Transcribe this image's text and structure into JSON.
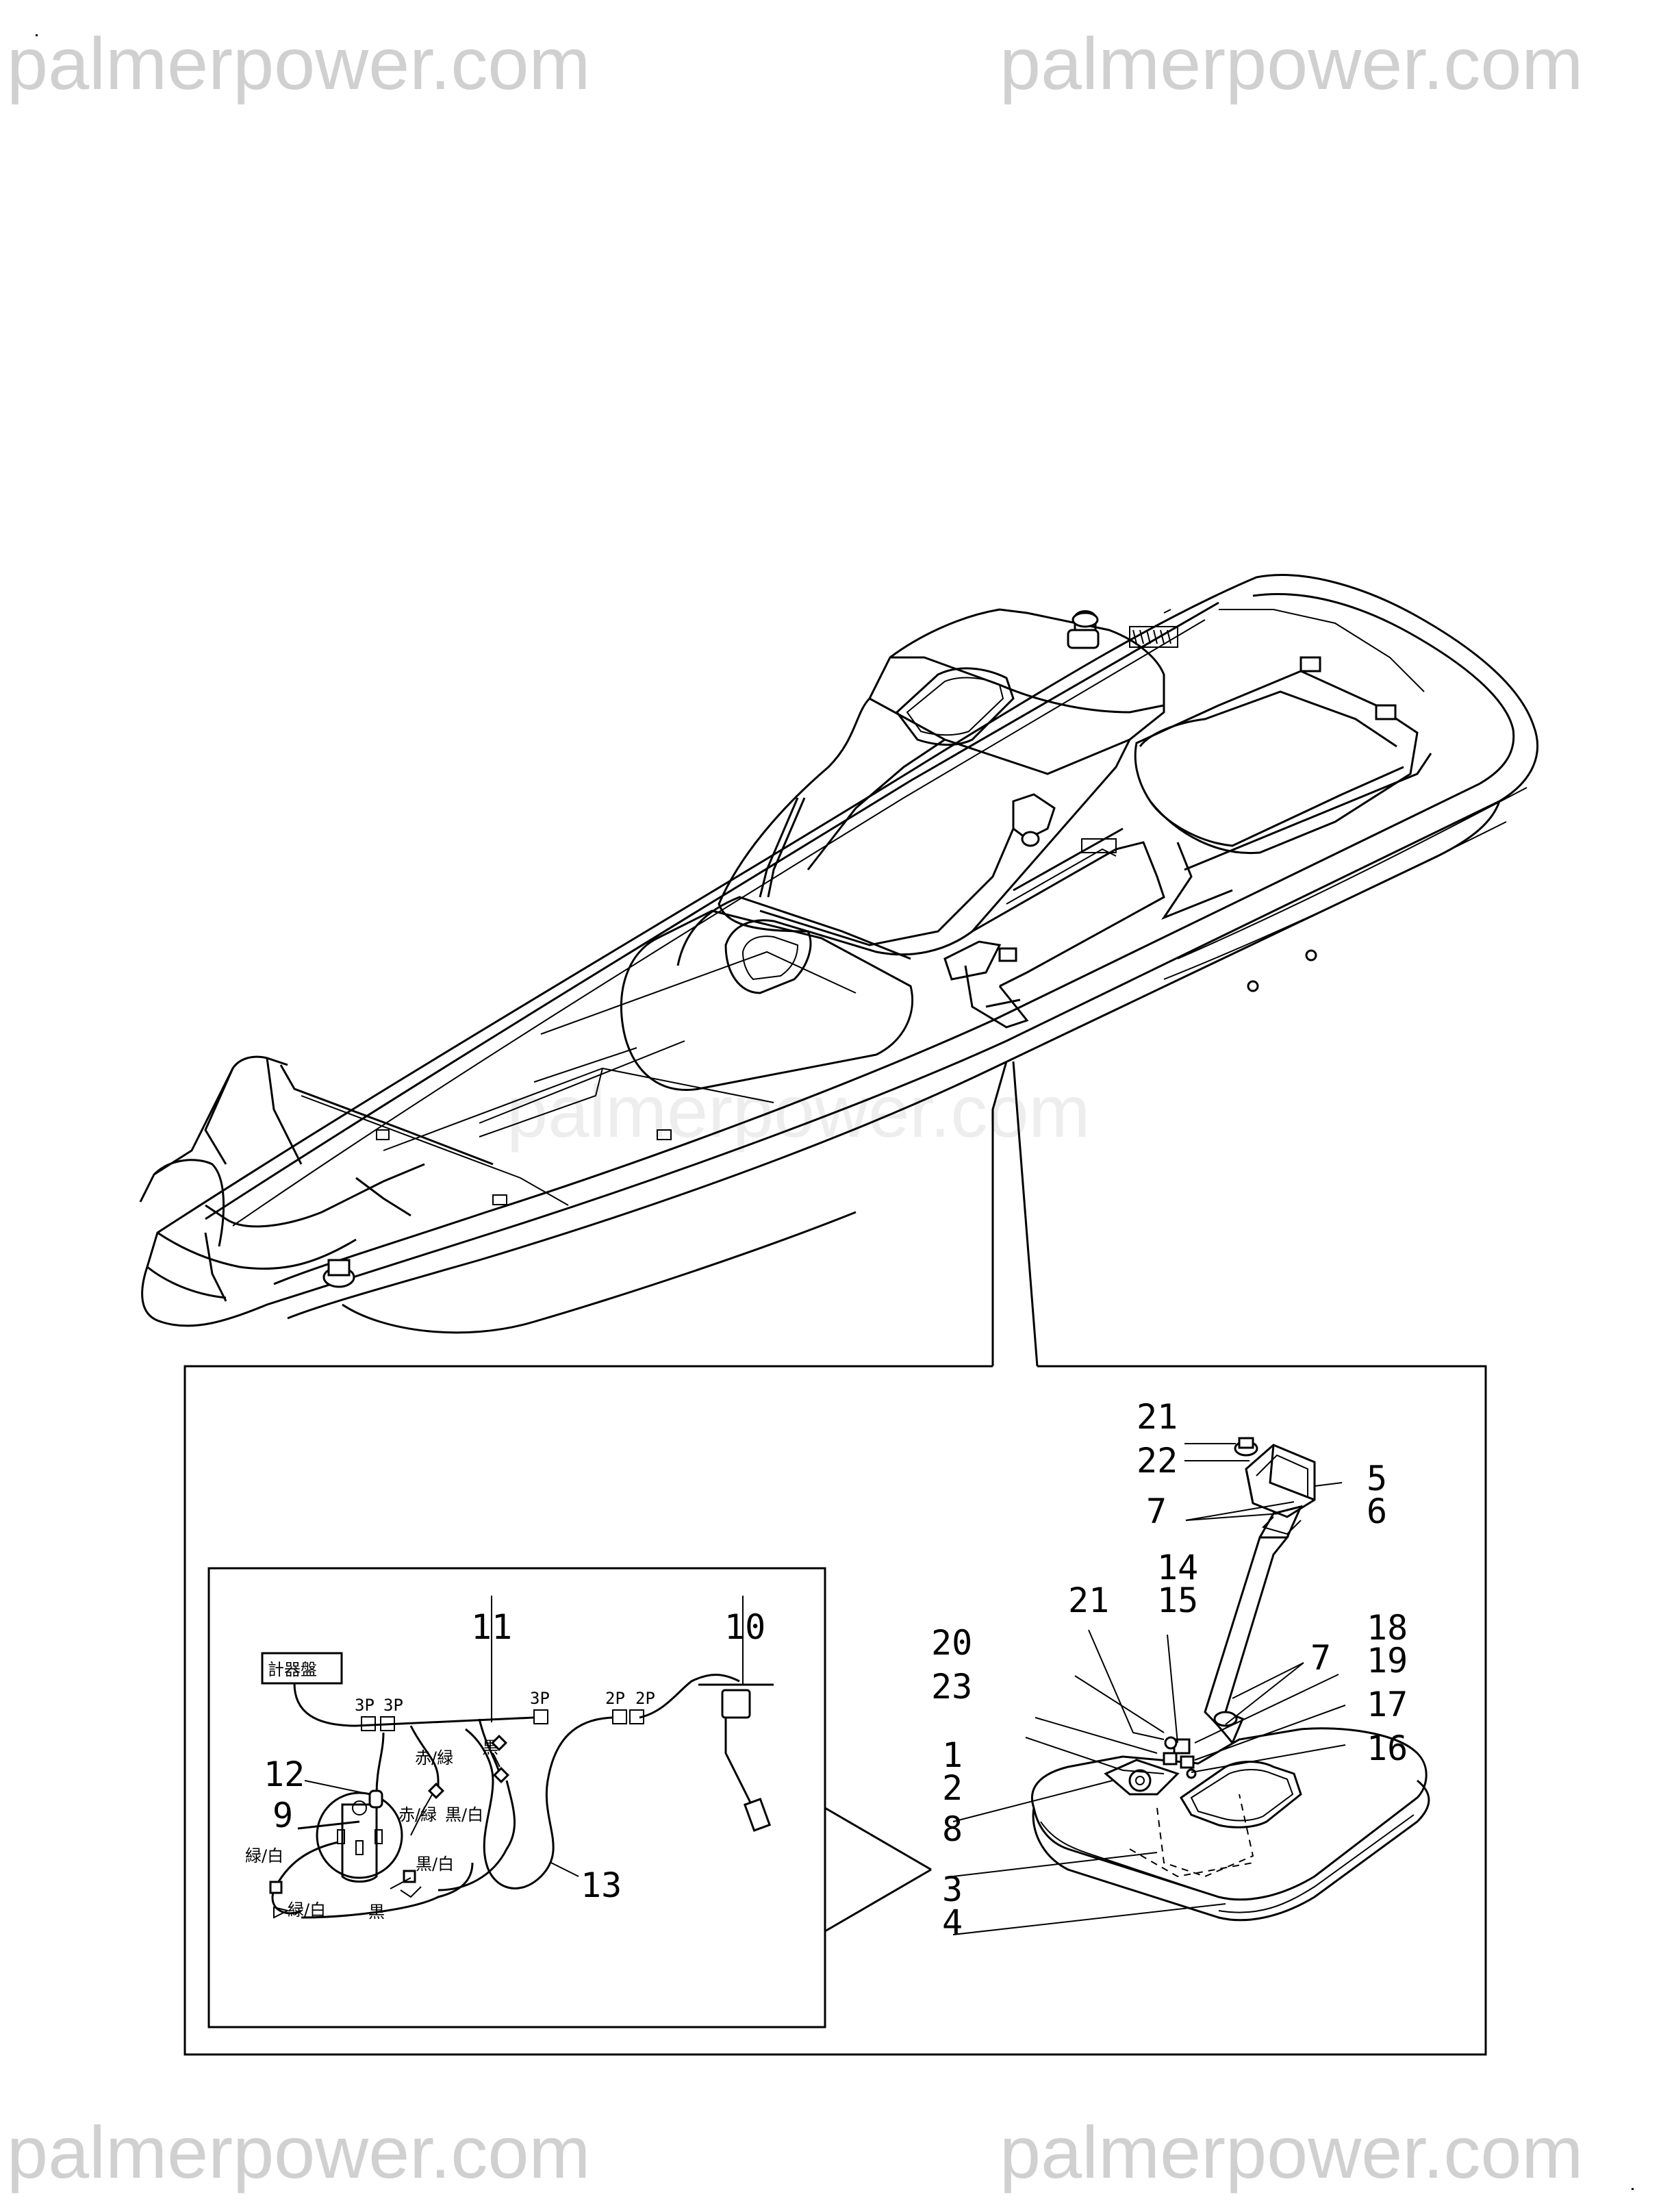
{
  "watermark": {
    "text": "palmerpower.com",
    "color": "#d0d0d0"
  },
  "panel": {
    "label": "計器盤"
  },
  "wires": {
    "red_green": "赤/緑",
    "black": "黒",
    "black_white": "黒/白",
    "green_white": "緑/白",
    "conn_3p": "3P",
    "conn_2p": "2P"
  },
  "callouts": [
    "1",
    "2",
    "3",
    "4",
    "5",
    "6",
    "7",
    "8",
    "9",
    "10",
    "11",
    "12",
    "13",
    "14",
    "15",
    "16",
    "17",
    "18",
    "19",
    "20",
    "21",
    "22",
    "23"
  ]
}
